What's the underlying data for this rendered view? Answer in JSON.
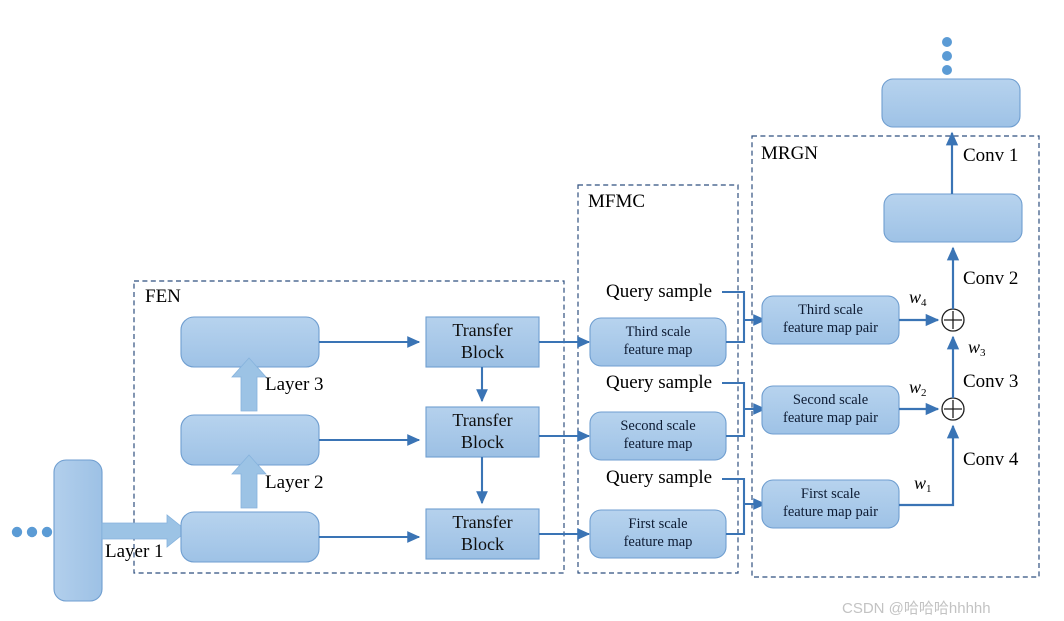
{
  "figure": {
    "type": "architecture-diagram",
    "title": "",
    "background": "#ffffff"
  },
  "colors": {
    "box_fill_light": "#a9c9e8",
    "box_fill_dark": "#8fb8de",
    "box_stroke": "#6f9ed0",
    "arrow_blue": "#3a74b5",
    "block_arrow": "#9cc3e5",
    "dashed_stroke": "#2f4f7f",
    "text": "#000000",
    "watermark": "#c3c3c3"
  },
  "groups": {
    "fen": {
      "label": "FEN"
    },
    "mfmc": {
      "label": "MFMC"
    },
    "mrgn": {
      "label": "MRGN"
    }
  },
  "layers": {
    "layer1": "Layer 1",
    "layer2": "Layer 2",
    "layer3": "Layer 3"
  },
  "fen": {
    "backbone_blocks": [
      "",
      "",
      ""
    ],
    "transfer_blocks": [
      {
        "label": "Transfer\nBlock"
      },
      {
        "label": "Transfer\nBlock"
      },
      {
        "label": "Transfer\nBlock"
      }
    ]
  },
  "mfmc": {
    "query_samples": [
      "Query sample",
      "Query sample",
      "Query sample"
    ],
    "feature_maps": [
      {
        "label": "Third scale\nfeature map"
      },
      {
        "label": "Second scale\nfeature map"
      },
      {
        "label": "First scale\nfeature map"
      }
    ]
  },
  "mrgn": {
    "pair_boxes": [
      {
        "label": "Third scale\nfeature map pair"
      },
      {
        "label": "Second scale\nfeature map pair"
      },
      {
        "label": "First scale\nfeature map pair"
      }
    ],
    "weights": {
      "w1": "w",
      "w1_sub": "1",
      "w2": "w",
      "w2_sub": "2",
      "w3": "w",
      "w3_sub": "3",
      "w4": "w",
      "w4_sub": "4"
    },
    "conv_labels": [
      "Conv 1",
      "Conv 2",
      "Conv 3",
      "Conv 4"
    ],
    "sum_nodes": [
      "⊕",
      "⊕"
    ],
    "output_blocks": [
      "",
      ""
    ],
    "ellipsis": "⋮"
  },
  "input": {
    "block_label": "",
    "ellipsis": "…"
  },
  "watermark": {
    "text": "CSDN @哈哈哈hhhhh"
  }
}
